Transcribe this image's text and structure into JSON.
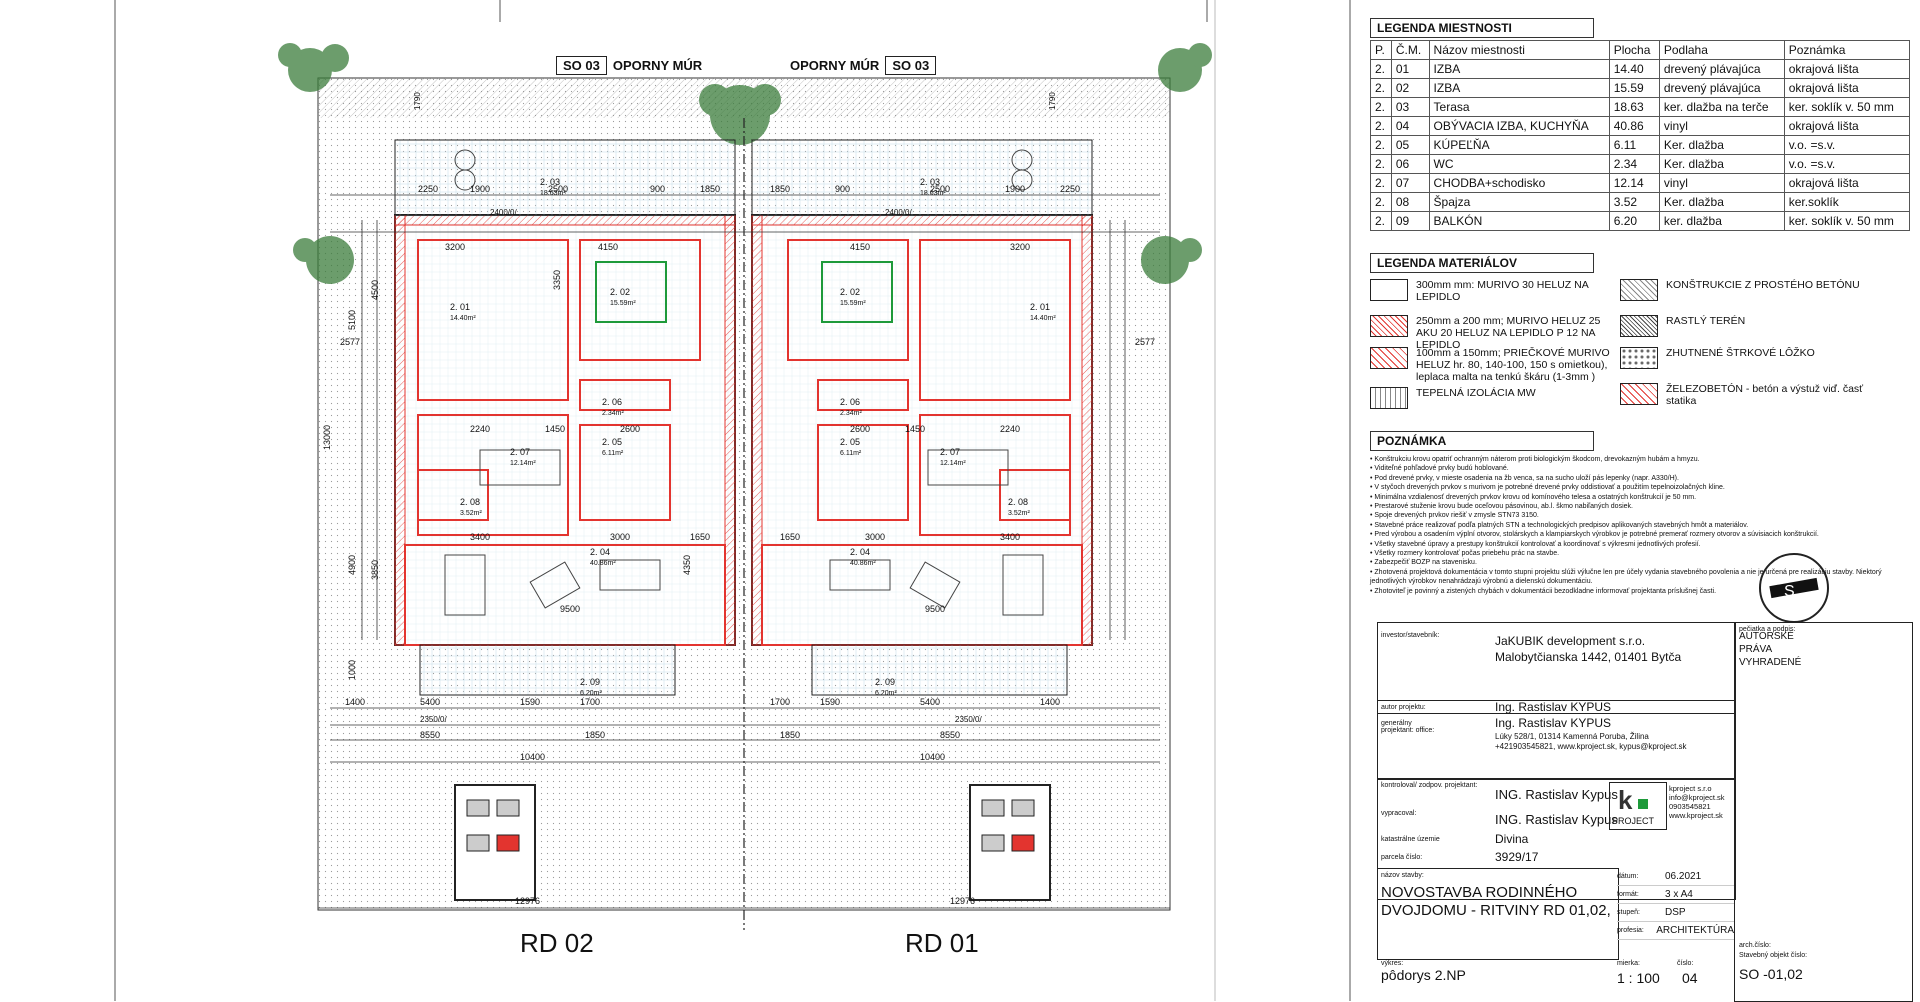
{
  "plan": {
    "headers": {
      "left_tag": "SO 03",
      "left_title": "OPORNY MÚR",
      "right_title": "OPORNY MÚR",
      "right_tag": "SO 03"
    },
    "house_labels": [
      "RD 02",
      "RD 01"
    ],
    "overall_width": "12976",
    "rooms_left": [
      {
        "num": "2. 03",
        "area": "18.63m²"
      },
      {
        "num": "2. 01",
        "area": "14.40m²"
      },
      {
        "num": "2. 02",
        "area": "15.59m²"
      },
      {
        "num": "2. 06",
        "area": "2.34m²"
      },
      {
        "num": "2. 05",
        "area": "6.11m²"
      },
      {
        "num": "2. 07",
        "area": "12.14m²"
      },
      {
        "num": "2. 08",
        "area": "3.52m²"
      },
      {
        "num": "2. 04",
        "area": "40.86m²"
      },
      {
        "num": "2. 09",
        "area": "6.20m²"
      }
    ],
    "dims": {
      "top": [
        "2250",
        "1900",
        "2500",
        "900",
        "1850",
        "1850",
        "900",
        "2500",
        "1900",
        "2250"
      ],
      "row2": [
        "3200",
        "4150",
        "4150",
        "3200"
      ],
      "mid": [
        "2600",
        "2600",
        "2240",
        "2240",
        "1450",
        "1450",
        "3400",
        "3000",
        "1650",
        "1650",
        "3000",
        "3400"
      ],
      "bottom": [
        "1400",
        "5400",
        "1590",
        "1700",
        "1700",
        "1590",
        "5400",
        "1400"
      ],
      "bottom2": [
        "8550",
        "1850",
        "1850",
        "8550"
      ],
      "span": [
        "10400",
        "10400"
      ],
      "heights": [
        "5100",
        "4500",
        "3350",
        "13000",
        "4900",
        "3850",
        "4350",
        "1000"
      ],
      "sill": [
        "2400/0/",
        "2350/0/"
      ],
      "other": [
        "9500",
        "9500",
        "2577",
        "2577",
        "1790",
        "1790"
      ]
    }
  },
  "legend_rooms": {
    "title": "LEGENDA MIESTNOSTI",
    "columns": [
      "P.",
      "Č.M.",
      "Názov miestnosti",
      "Plocha",
      "Podlaha",
      "Poznámka"
    ],
    "rows": [
      [
        "2.",
        "01",
        "IZBA",
        "14.40",
        "drevený plávajúca",
        "okrajová lišta"
      ],
      [
        "2.",
        "02",
        "IZBA",
        "15.59",
        "drevený plávajúca",
        "okrajová lišta"
      ],
      [
        "2.",
        "03",
        "Terasa",
        "18.63",
        "ker. dlažba na terče",
        "ker. soklík v. 50 mm"
      ],
      [
        "2.",
        "04",
        "OBÝVACIA IZBA, KUCHYŇA",
        "40.86",
        "vinyl",
        "okrajová lišta"
      ],
      [
        "2.",
        "05",
        "KÚPEĽŇA",
        "6.11",
        "Ker. dlažba",
        "v.o. =s.v."
      ],
      [
        "2.",
        "06",
        "WC",
        "2.34",
        "Ker. dlažba",
        "v.o. =s.v."
      ],
      [
        "2.",
        "07",
        "CHODBA+schodisko",
        "12.14",
        "vinyl",
        "okrajová lišta"
      ],
      [
        "2.",
        "08",
        "Špajza",
        "3.52",
        "Ker. dlažba",
        "ker.soklík"
      ],
      [
        "2.",
        "09",
        "BALKÓN",
        "6.20",
        "ker. dlažba",
        "ker. soklík v. 50 mm"
      ]
    ]
  },
  "legend_materials": {
    "title": "LEGENDA MATERIÁLOV",
    "items": [
      {
        "id": "murivo-300",
        "text": "300mm mm: MURIVO 30 HELUZ NA LEPIDLO"
      },
      {
        "id": "murivo-250",
        "text": "250mm a 200 mm; MURIVO HELUZ 25 AKU 20 HELUZ NA LEPIDLO P 12 NA LEPIDLO"
      },
      {
        "id": "priecky",
        "text": "100mm a 150mm; PRIEČKOVÉ MURIVO HELUZ hr. 80, 140-100, 150 s omietkou), leplaca malta na tenkú škáru (1-3mm )"
      },
      {
        "id": "izolacia",
        "text": "TEPELNÁ IZOLÁCIA MW"
      },
      {
        "id": "beton",
        "text": "KONŠTRUKCIE Z PROSTÉHO BETÓNU"
      },
      {
        "id": "teren",
        "text": "RASTLÝ TERÉN"
      },
      {
        "id": "sterk",
        "text": "ZHUTNENÉ ŠTRKOVÉ LÔŽKO"
      },
      {
        "id": "zelezobeton",
        "text": "ŽELEZOBETÓN - betón a výstuž viď. časť statika"
      }
    ]
  },
  "notes": {
    "title": "POZNÁMKA",
    "lines": [
      "• Konštrukciu krovu opatriť ochranným náterom proti biologickým škodcom, drevokazným hubám a hmyzu.",
      "• Viditeľné pohľadové prvky budú hoblované.",
      "• Pod drevené prvky, v mieste osadenia na žb venca, sa na sucho uloží pás lepenky (napr. A330/H).",
      "• V styčoch drevených prvkov s murivom je potrebné drevené prvky oddistiovať a použitím tepelnoizolačných kline.",
      "• Minimálna vzdialenosť drevených prvkov krovu od komínového telesa a ostatných konštrukcií je 50 mm.",
      "• Prestarové stuženie krovu bude oceľovou pásovinou, ab.l. škmo nabiľaných dosiek.",
      "• Spoje drevených prvkov riešiť v zmysle STN73 3150.",
      "• Stavebné práce realizovať podľa platných STN a technologických predpisov aplikovaných stavebných hmôt a materiálov.",
      "• Pred výrobou a osadením výplní otvorov, stolárskych a klampiarskych výrobkov je potrebné premerať rozmery otvorov a súvisiacich konštrukcií.",
      "• Všetky stavebné úpravy a prestupy konštrukcií kontrolovať a koordinovať s výkresmi jednotlivých profesií.",
      "• Všetky rozmery kontrolovať počas priebehu prác na stavbe.",
      "• Zabezpečiť BOZP na stavenisku.",
      "• Zhotovená projektová dokumentácia v tomto stupni projektu slúži výlučne len pre účely vydania stavebného povolenia a nie je určená pre realizáciu stavby. Niektorý jednotlivých výrobkov nenahrádzajú výrobnú a dielenskú dokumentáciu.",
      "• Zhotoviteľ je povinný a zistených chybách v dokumentácii bezodkladne informovať projektanta príslušnej časti."
    ]
  },
  "title_block": {
    "investor_label": "investor/stavebník:",
    "investor_name": "JaKUBIK development s.r.o.",
    "investor_address": "Malobytčianska 1442, 01401 Bytča",
    "sign_label": "pečiatka a podpis:",
    "author_label": "autor projektu:",
    "author": "Ing. Rastislav KYPUS",
    "gen_label": "generálny projektant: office:",
    "gen_name": "Ing. Rastislav KYPUS",
    "gen_address": "Lúky 528/1, 01314 Kamenná Poruba, Žilina",
    "gen_contact": "+421903545821, www.kproject.sk, kypus@kproject.sk",
    "control_label": "kontroloval/ zodpov. projektant:",
    "control_name": "ING. Rastislav Kypus",
    "drawn_label": "vypracoval:",
    "drawn_name": "ING. Rastislav Kypus",
    "logo_text": "PROJECT",
    "logo_info": [
      "kproject s.r.o",
      "info@kproject.sk",
      "0903545821",
      "www.kproject.sk"
    ],
    "rights": [
      "AUTORSKÉ",
      "PRÁVA",
      "VYHRADENÉ"
    ],
    "cadastre_label": "katastrálne územie",
    "cadastre": "Divina",
    "parcel_label": "parcela číslo:",
    "parcel": "3929/17",
    "project_label": "názov stavby:",
    "project_name": "NOVOSTAVBA RODINNÉHO DVOJDOMU - RITVINY RD 01,02,",
    "date_label": "dátum:",
    "date": "06.2021",
    "format_label": "formát:",
    "format": "3 x A4",
    "stage_label": "stupeň:",
    "stage": "DSP",
    "profession_label": "profesia:",
    "profession": "ARCHITEKTÚRA",
    "drawing_label": "výkres:",
    "drawing": "pôdorys 2.NP",
    "scale_label": "mierka:",
    "scale": "1 : 100",
    "sheet_label": "číslo:",
    "sheet": "04",
    "job_label": "Stavebný objekt číslo:",
    "job_num_label": "arch.číslo:",
    "job": "SO -01,02"
  },
  "colors": {
    "red": "#e3342f",
    "green": "#1e9a3a",
    "line": "#222222",
    "cyan": "#66c2e0",
    "hatch": "#9a9a9a"
  }
}
